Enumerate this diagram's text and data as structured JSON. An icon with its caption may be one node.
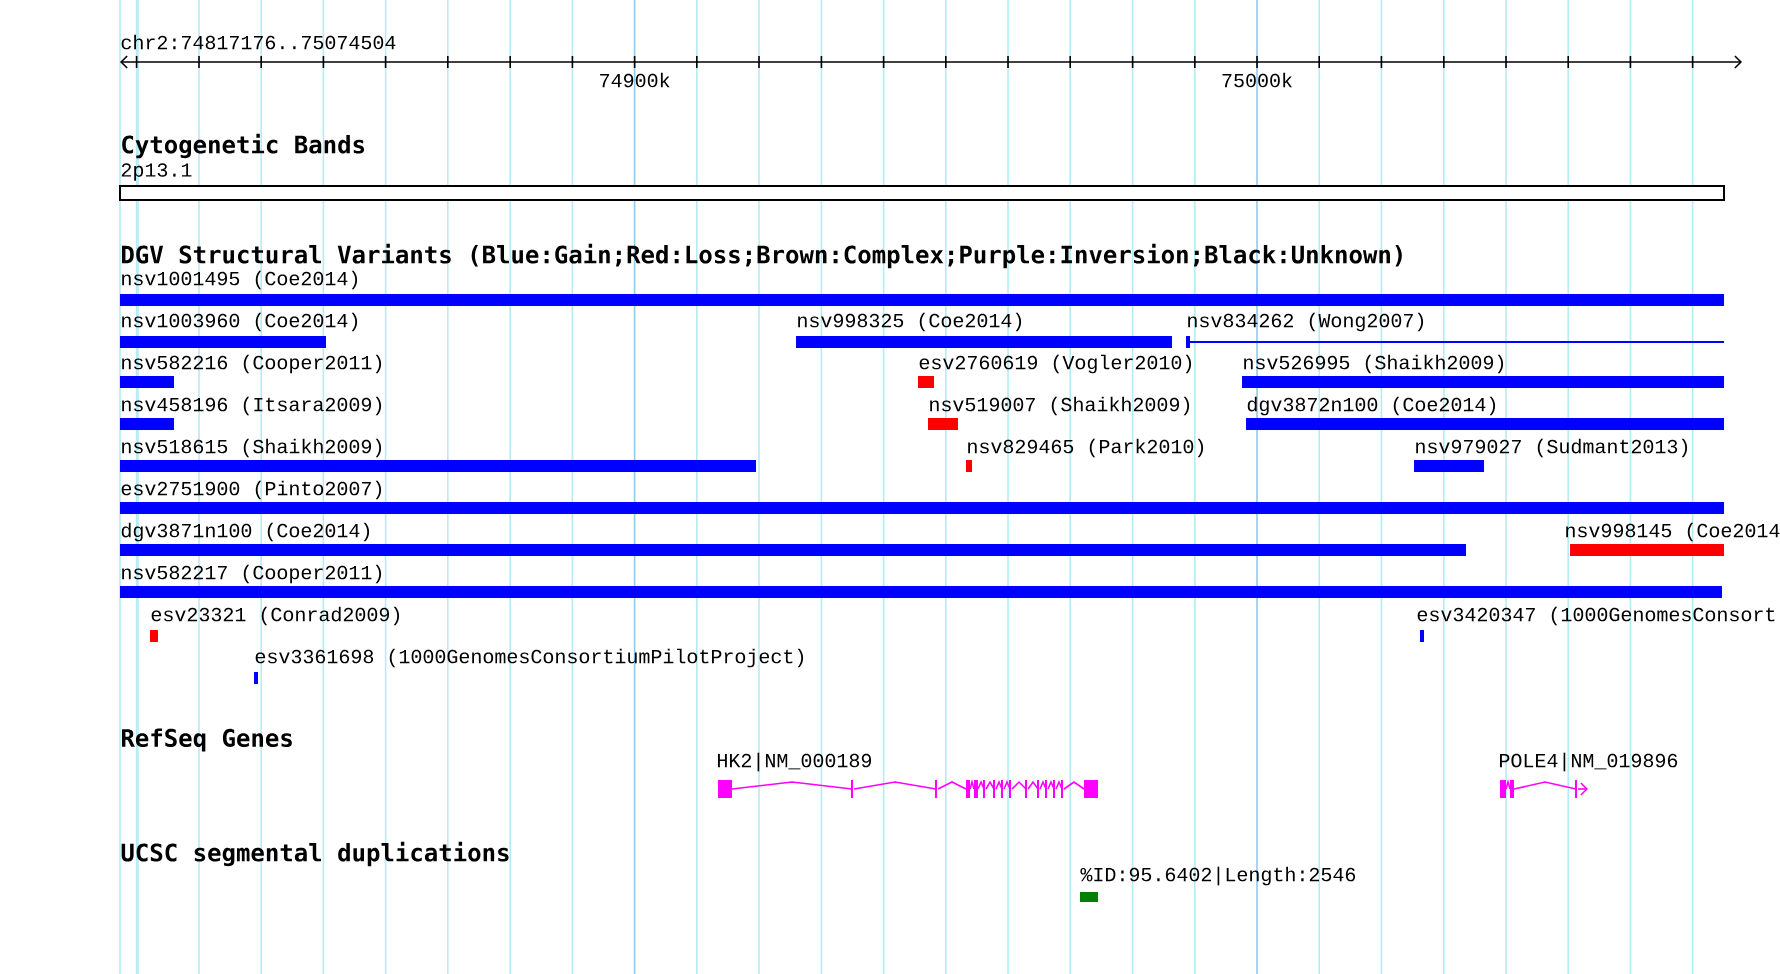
{
  "diagram": {
    "nodes": [
      {
        "text": [
          "2p13.1"
        ]
      },
      {
        "text": [
          "nsv1001495 (Coe2014)"
        ]
      },
      {
        "text": [
          "nsv1003960 (Coe2014)"
        ]
      },
      {
        "text": [
          "nsv998325 (Coe2014)"
        ]
      },
      {
        "text": [
          "nsv834262 (Wong2007)"
        ]
      },
      {
        "text": [
          "nsv582216 (Cooper2011)"
        ]
      },
      {
        "text": [
          "esv2760619 (Vogler2010)"
        ]
      },
      {
        "text": [
          "nsv526995 (Shaikh2009)"
        ]
      },
      {
        "text": [
          "nsv458196 (Itsara2009)"
        ]
      },
      {
        "text": [
          "nsv519007 (Shaikh2009)"
        ]
      },
      {
        "text": [
          "dgv3872n100 (Coe2014)"
        ]
      },
      {
        "text": [
          "nsv518615 (Shaikh2009)"
        ]
      },
      {
        "text": [
          "nsv829465 (Park2010)"
        ]
      },
      {
        "text": [
          "nsv979027 (Sudmant2013)"
        ]
      },
      {
        "text": [
          "esv2751900 (Pinto2007)"
        ]
      },
      {
        "text": [
          "dgv3871n100 (Coe2014)"
        ]
      },
      {
        "text": [
          "nsv998145 (Coe2014"
        ]
      },
      {
        "text": [
          "nsv582217 (Cooper2011)"
        ]
      },
      {
        "text": [
          "esv23321 (Conrad2009)"
        ]
      },
      {
        "text": [
          "esv3420347 (1000GenomesConsort"
        ]
      },
      {
        "text": [
          "esv3361698 (1000GenomesConsortiumPilotProject)"
        ]
      },
      {
        "text": [
          "HK2|NM_000189"
        ]
      },
      {
        "text": [
          "POLE4|NM_019896"
        ]
      },
      {
        "text": [
          "%ID:95.6402|Length:2546"
        ]
      }
    ],
    "labels": [
      "chr2:74817176..75074504",
      "74900k",
      "75000k",
      "Cytogenetic Bands",
      "DGV Structural Variants (Blue:Gain;Red:Loss;Brown:Complex;Purple:Inversion;Black:Unknown)",
      "RefSeq Genes",
      "UCSC segmental duplications"
    ]
  }
}
